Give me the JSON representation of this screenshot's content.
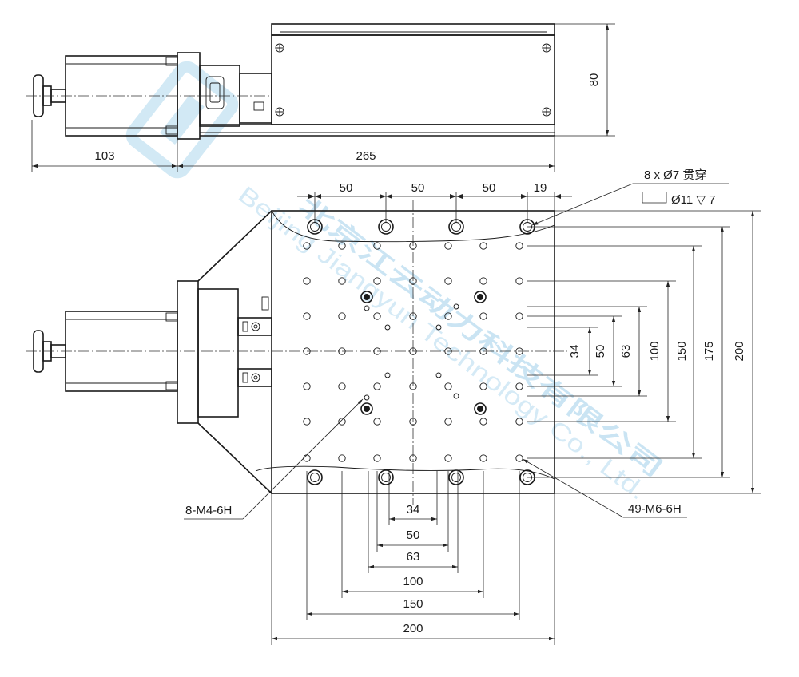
{
  "dims": {
    "top_motor_length": "103",
    "top_stage_length": "265",
    "top_height": "80",
    "pitch_x_1": "50",
    "pitch_x_2": "50",
    "pitch_x_3": "50",
    "edge_x": "19",
    "right_34": "34",
    "right_50": "50",
    "right_63": "63",
    "right_100": "100",
    "right_150": "150",
    "right_175": "175",
    "right_200": "200",
    "bottom_34": "34",
    "bottom_50": "50",
    "bottom_63": "63",
    "bottom_100": "100",
    "bottom_150": "150",
    "bottom_200": "200"
  },
  "callouts": {
    "through_holes": "8 x Ø7 贯穿",
    "counterbore": "Ø11 ▽ 7",
    "m4_holes": "8-M4-6H",
    "m6_holes": "49-M6-6H"
  },
  "watermark": {
    "cn": "北京江云动力科技有限公司",
    "en": "Beijing Jiangyun Technology Co., Ltd."
  }
}
